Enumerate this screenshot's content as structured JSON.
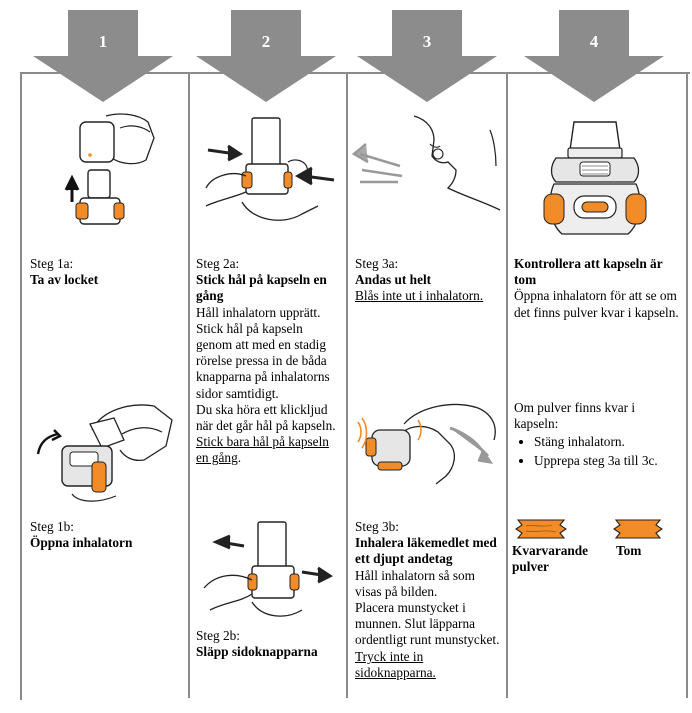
{
  "steps": [
    {
      "number": "1"
    },
    {
      "number": "2"
    },
    {
      "number": "3"
    },
    {
      "number": "4"
    }
  ],
  "col1": {
    "s1a_label": "Steg 1a:",
    "s1a_title": "Ta av locket",
    "s1b_label": "Steg 1b:",
    "s1b_title": "Öppna inhalatorn"
  },
  "col2": {
    "s2a_label": "Steg 2a:",
    "s2a_title": "Stick hål på kapseln en gång",
    "s2a_body1": "Håll inhalatorn upprätt.",
    "s2a_body2": "Stick hål på kapseln genom att med en stadig rörelse pressa in de båda knapparna på inhalatorns sidor samtidigt.",
    "s2a_body3": "Du ska höra ett klickljud när det går hål på kapseln.",
    "s2a_underline": "Stick bara hål på kapseln en gång",
    "s2a_underline_end": ".",
    "s2b_label": "Steg 2b:",
    "s2b_title": "Släpp sidoknapparna"
  },
  "col3": {
    "s3a_label": "Steg 3a:",
    "s3a_title": "Andas ut helt",
    "s3a_underline": "Blås inte ut i inhalatorn.",
    "s3b_label": "Steg 3b:",
    "s3b_title": "Inhalera läkemedlet med ett djupt andetag",
    "s3b_body1": "Håll inhalatorn så som visas på bilden.",
    "s3b_body2": "Placera munstycket i munnen. Slut läpparna ordentligt runt munstycket.",
    "s3b_underline": "Tryck inte in sidoknapparna."
  },
  "col4": {
    "title": "Kontrollera att kapseln är tom",
    "body": "Öppna inhalatorn för att se om det finns pulver kvar i kapseln.",
    "if_text": "Om pulver finns kvar i kapseln:",
    "bullets": [
      "Stäng inhalatorn.",
      "Upprepa steg 3a till 3c."
    ],
    "legend_left": "Kvarvarande pulver",
    "legend_right": "Tom"
  },
  "colors": {
    "arrow": "#8c8c8c",
    "accent": "#f28c28",
    "border": "#8a8a8a"
  }
}
